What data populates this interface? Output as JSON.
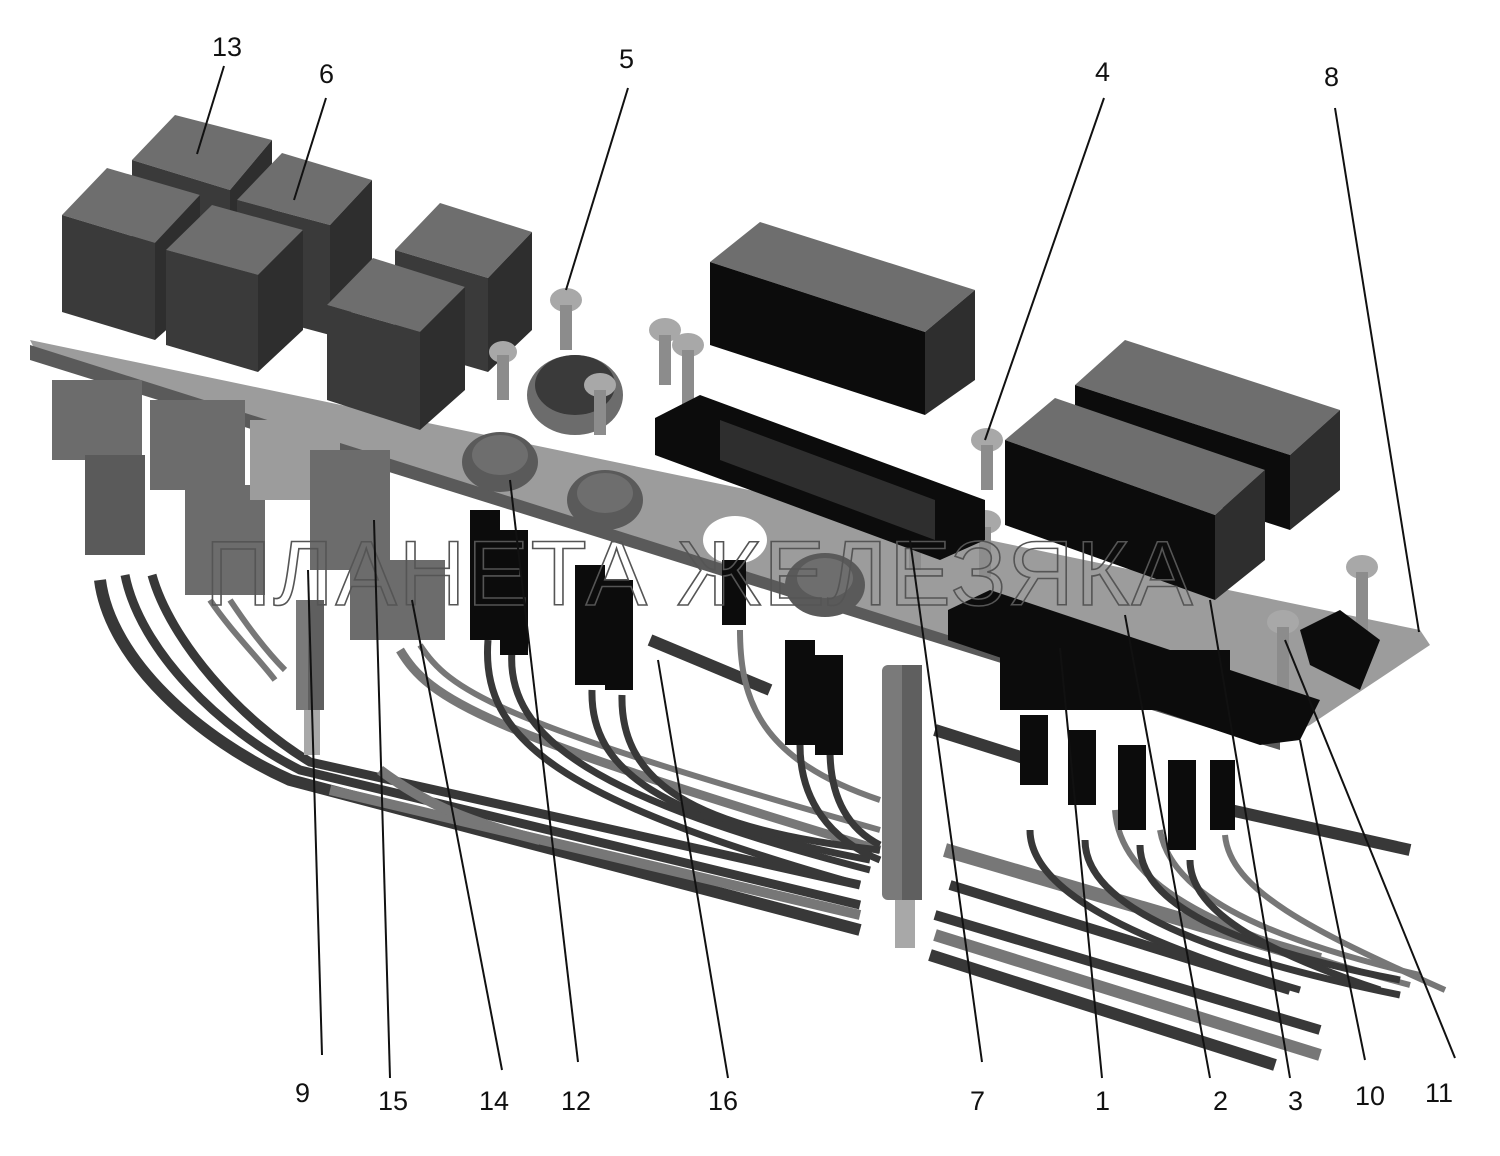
{
  "diagram": {
    "type": "exploded-assembly-callout",
    "subject": "relay-and-fuse mounting board with wiring harness",
    "watermark": "ПЛАНЕТА ЖЕЛЕЗЯКА",
    "colors": {
      "background": "#ffffff",
      "board": "#9c9c9c",
      "board_edge": "#5a5a5a",
      "relay_top": "#6e6e6e",
      "relay_front": "#3a3a3a",
      "relay_side": "#2e2e2e",
      "block_black": "#0c0c0c",
      "wire_dark": "#383838",
      "wire_light": "#777777",
      "screw": "#a8a8a8",
      "callout_text": "#111111"
    },
    "callouts": [
      {
        "id": "13",
        "label": "13",
        "position": "top"
      },
      {
        "id": "6",
        "label": "6",
        "position": "top"
      },
      {
        "id": "5",
        "label": "5",
        "position": "top"
      },
      {
        "id": "4",
        "label": "4",
        "position": "top"
      },
      {
        "id": "8",
        "label": "8",
        "position": "top"
      },
      {
        "id": "9",
        "label": "9",
        "position": "bottom"
      },
      {
        "id": "15",
        "label": "15",
        "position": "bottom"
      },
      {
        "id": "14",
        "label": "14",
        "position": "bottom"
      },
      {
        "id": "12",
        "label": "12",
        "position": "bottom"
      },
      {
        "id": "16",
        "label": "16",
        "position": "bottom"
      },
      {
        "id": "7",
        "label": "7",
        "position": "bottom"
      },
      {
        "id": "1",
        "label": "1",
        "position": "bottom"
      },
      {
        "id": "2",
        "label": "2",
        "position": "bottom"
      },
      {
        "id": "3",
        "label": "3",
        "position": "bottom"
      },
      {
        "id": "10",
        "label": "10",
        "position": "bottom"
      },
      {
        "id": "11",
        "label": "11",
        "position": "bottom"
      }
    ]
  }
}
